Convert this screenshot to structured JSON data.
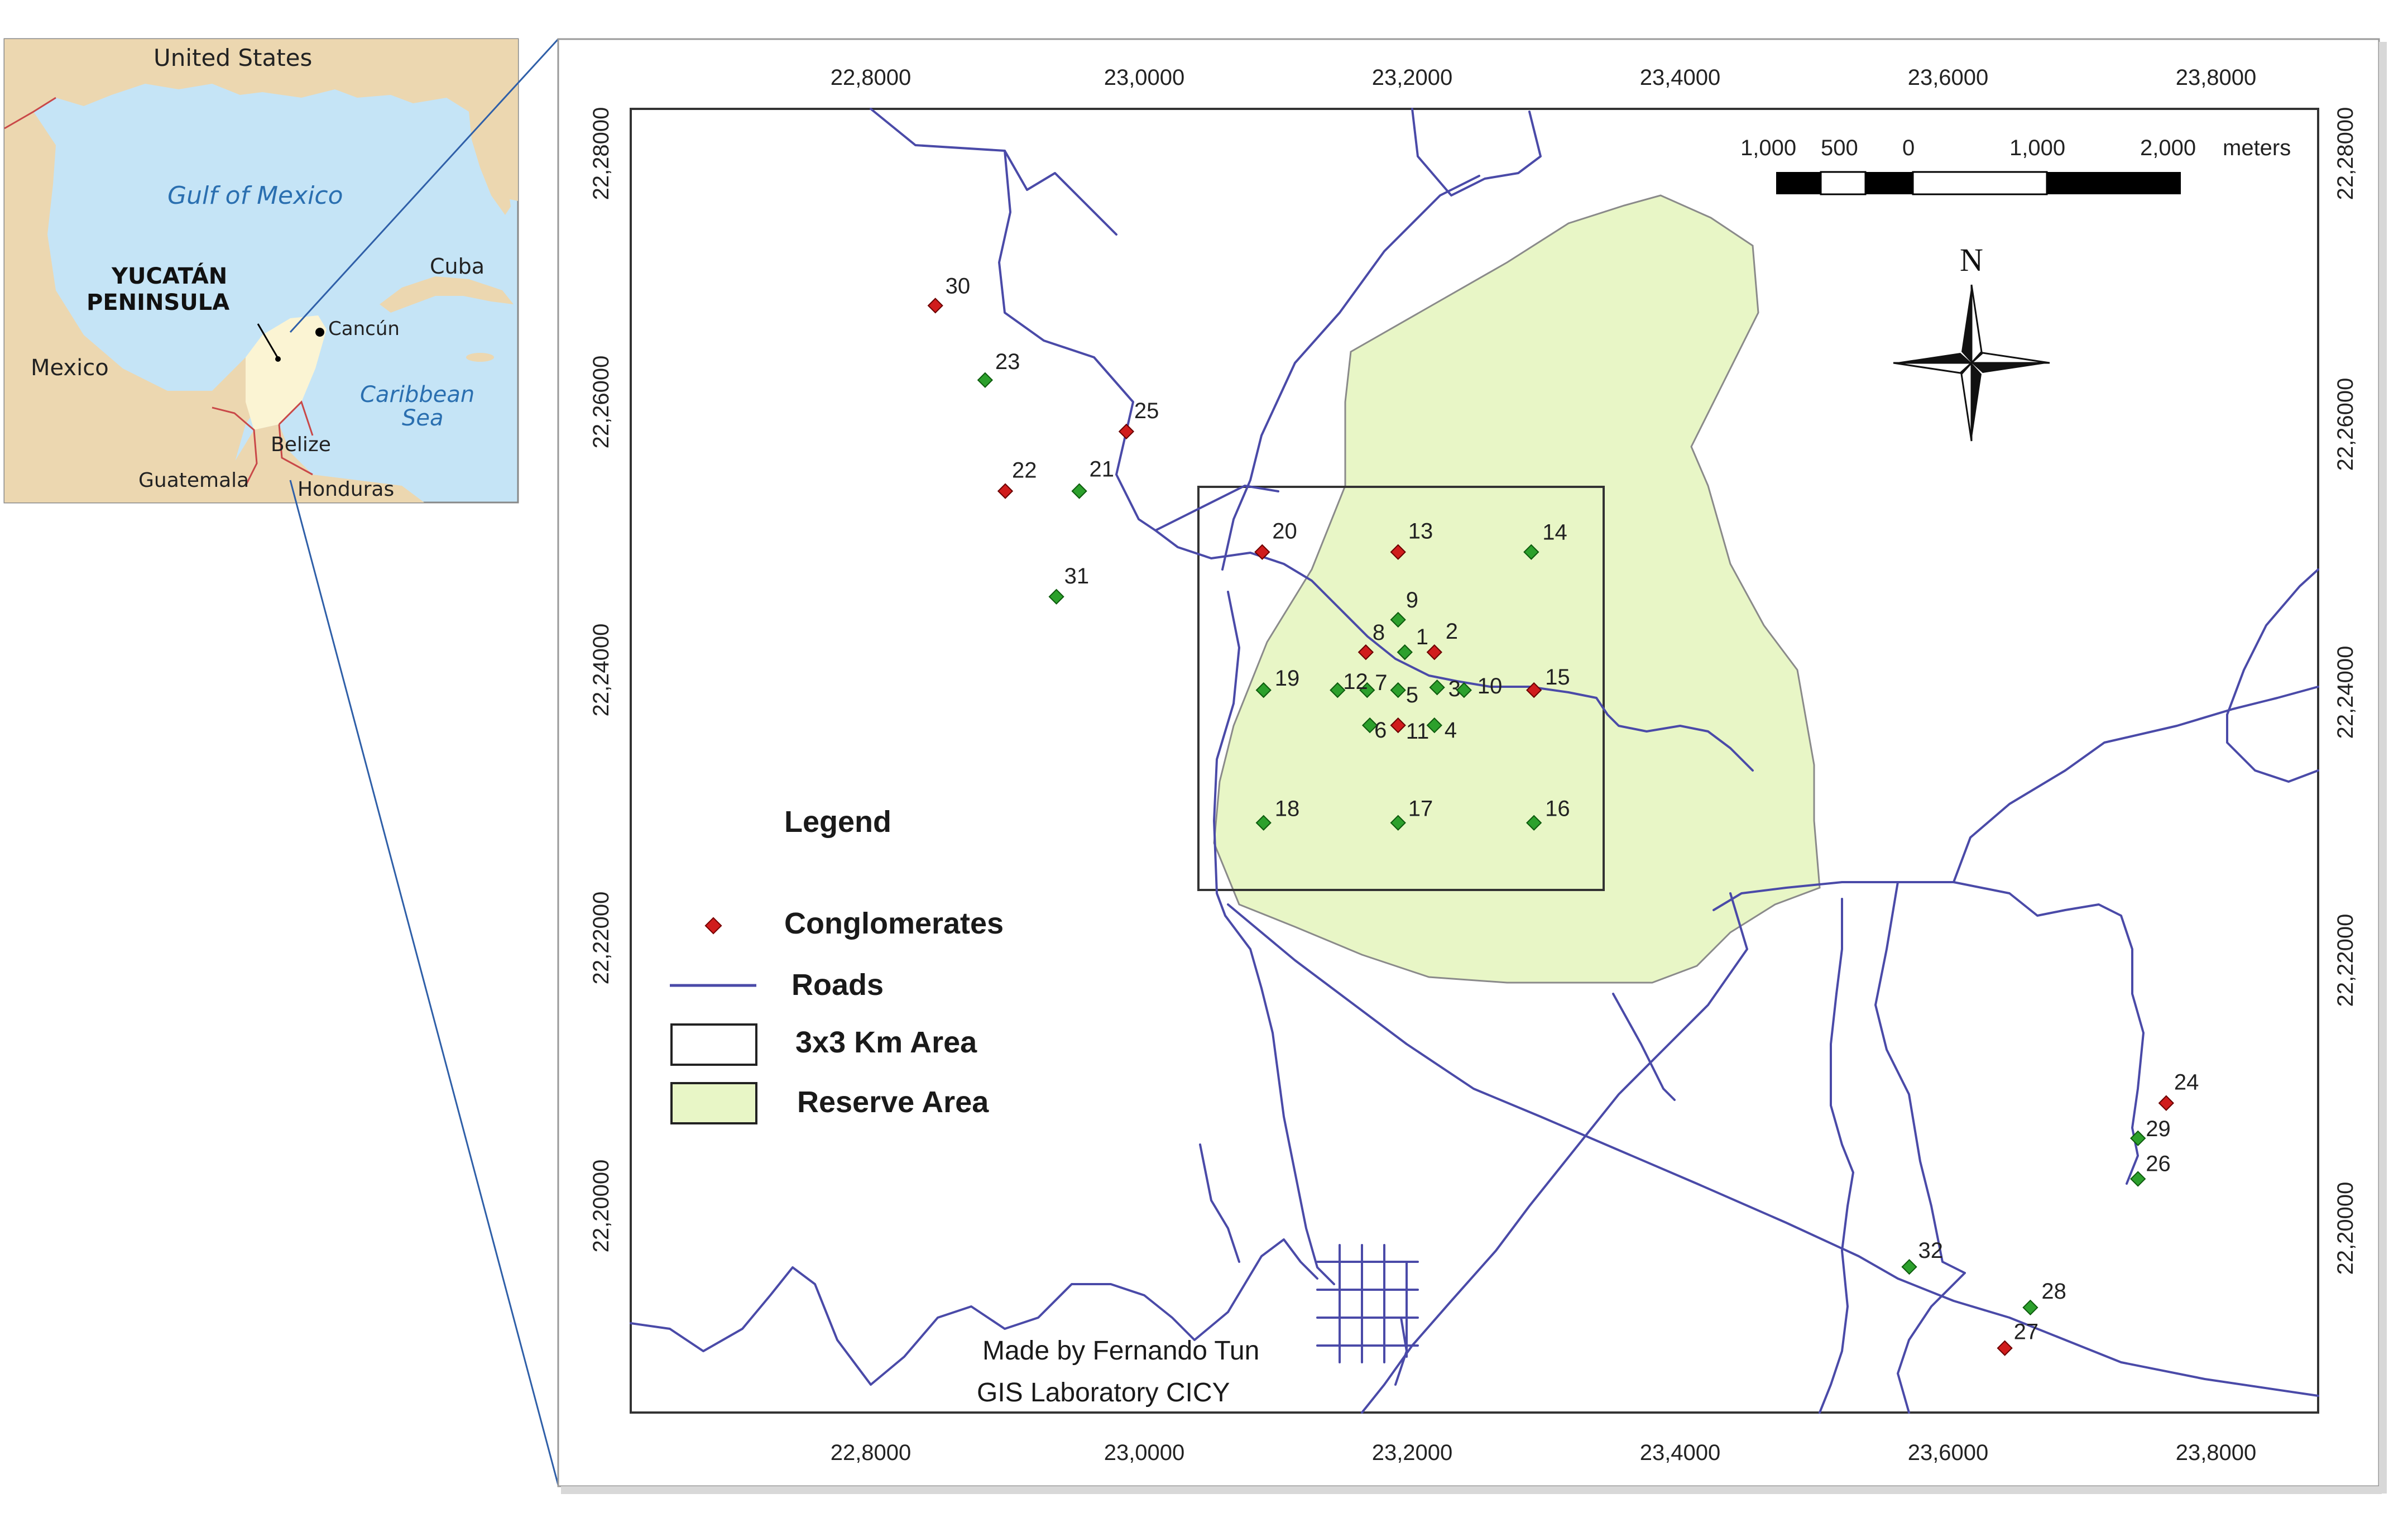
{
  "inset": {
    "labels": {
      "united_states": "United States",
      "gulf": "Gulf of Mexico",
      "yucatan_line1": "YUCATÁN",
      "yucatan_line2": "PENINSULA",
      "cancun": "Cancún",
      "cuba": "Cuba",
      "mexico": "Mexico",
      "caribbean_line1": "Caribbean",
      "caribbean_line2": "Sea",
      "belize": "Belize",
      "guatemala": "Guatemala",
      "honduras": "Honduras"
    },
    "colors": {
      "sea": "#c5e4f6",
      "land": "#ecd7b0",
      "yucatan": "#fbf4d3",
      "border": "#c94848"
    }
  },
  "map": {
    "x_ticks": [
      "22,8000",
      "23,0000",
      "23,2000",
      "23,4000",
      "23,6000",
      "23,8000"
    ],
    "y_ticks": [
      "22,28000",
      "22,26000",
      "22,24000",
      "22,22000",
      "22,20000"
    ],
    "scale_labels": [
      "1,000",
      "500",
      "0",
      "1,000",
      "2,000",
      "meters"
    ],
    "north": "N",
    "credit_line1": "Made by Fernando Tun",
    "credit_line2": "GIS Laboratory CICY",
    "legend": {
      "title": "Legend",
      "conglomerates": "Conglomerates",
      "roads": "Roads",
      "area": "3x3 Km Area",
      "reserve": "Reserve Area"
    },
    "colors": {
      "reserve": "#e8f6c6",
      "road": "#4a4aa8",
      "red_point": "#d01c1c",
      "green_point": "#2ca02c"
    },
    "points": [
      {
        "id": "1",
        "lon": 23.197,
        "lat": 22.2409,
        "color": "green"
      },
      {
        "id": "2",
        "lon": 23.219,
        "lat": 22.2409,
        "color": "red"
      },
      {
        "id": "3",
        "lon": 23.221,
        "lat": 22.2383,
        "color": "green"
      },
      {
        "id": "4",
        "lon": 23.219,
        "lat": 22.2355,
        "color": "green"
      },
      {
        "id": "5",
        "lon": 23.192,
        "lat": 22.2381,
        "color": "green"
      },
      {
        "id": "6",
        "lon": 23.171,
        "lat": 22.2355,
        "color": "green"
      },
      {
        "id": "7",
        "lon": 23.169,
        "lat": 22.2381,
        "color": "green"
      },
      {
        "id": "8",
        "lon": 23.168,
        "lat": 22.2409,
        "color": "red"
      },
      {
        "id": "9",
        "lon": 23.192,
        "lat": 22.2433,
        "color": "green"
      },
      {
        "id": "10",
        "lon": 23.241,
        "lat": 22.2381,
        "color": "green"
      },
      {
        "id": "11",
        "lon": 23.192,
        "lat": 22.2355,
        "color": "red"
      },
      {
        "id": "12",
        "lon": 23.147,
        "lat": 22.2381,
        "color": "green"
      },
      {
        "id": "13",
        "lon": 23.192,
        "lat": 22.2483,
        "color": "red"
      },
      {
        "id": "14",
        "lon": 23.291,
        "lat": 22.2483,
        "color": "green"
      },
      {
        "id": "15",
        "lon": 23.293,
        "lat": 22.2381,
        "color": "red"
      },
      {
        "id": "16",
        "lon": 23.293,
        "lat": 22.2283,
        "color": "green"
      },
      {
        "id": "17",
        "lon": 23.192,
        "lat": 22.2283,
        "color": "green"
      },
      {
        "id": "18",
        "lon": 23.092,
        "lat": 22.2283,
        "color": "green"
      },
      {
        "id": "19",
        "lon": 23.092,
        "lat": 22.2381,
        "color": "green"
      },
      {
        "id": "20",
        "lon": 23.091,
        "lat": 22.2483,
        "color": "red"
      },
      {
        "id": "21",
        "lon": 22.955,
        "lat": 22.2528,
        "color": "green"
      },
      {
        "id": "22",
        "lon": 22.9,
        "lat": 22.2528,
        "color": "red"
      },
      {
        "id": "23",
        "lon": 22.885,
        "lat": 22.261,
        "color": "green"
      },
      {
        "id": "24",
        "lon": 23.763,
        "lat": 22.2076,
        "color": "red"
      },
      {
        "id": "25",
        "lon": 22.99,
        "lat": 22.2572,
        "color": "red"
      },
      {
        "id": "26",
        "lon": 23.742,
        "lat": 22.202,
        "color": "green"
      },
      {
        "id": "27",
        "lon": 23.643,
        "lat": 22.1895,
        "color": "red"
      },
      {
        "id": "28",
        "lon": 23.662,
        "lat": 22.1925,
        "color": "green"
      },
      {
        "id": "29",
        "lon": 23.742,
        "lat": 22.205,
        "color": "green"
      },
      {
        "id": "30",
        "lon": 22.848,
        "lat": 22.2665,
        "color": "red"
      },
      {
        "id": "31",
        "lon": 22.938,
        "lat": 22.245,
        "color": "green"
      },
      {
        "id": "32",
        "lon": 23.572,
        "lat": 22.1955,
        "color": "green"
      }
    ]
  }
}
